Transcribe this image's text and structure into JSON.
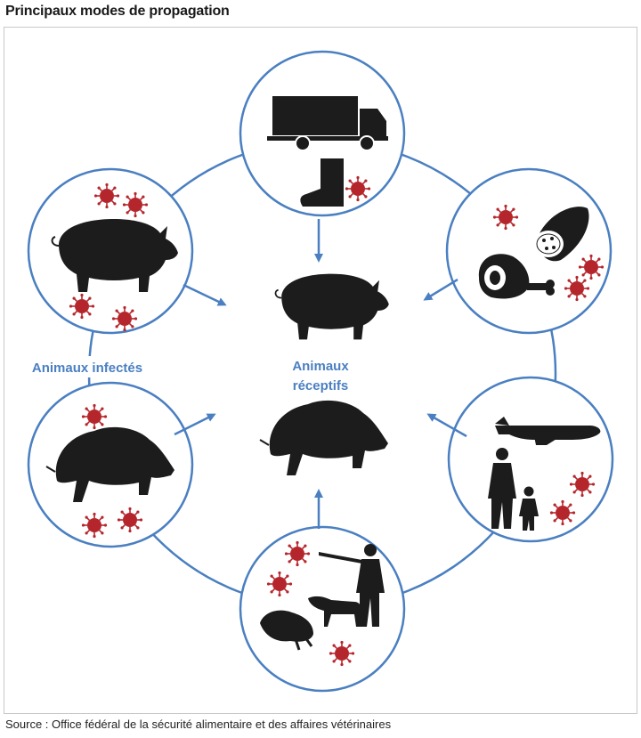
{
  "title": "Principaux modes de propagation",
  "source": "Source : Office fédéral de la sécurité alimentaire et des affaires vétérinaires",
  "labels": {
    "infected": "Animaux infectés",
    "receptive_line1": "Animaux",
    "receptive_line2": "réceptifs"
  },
  "colors": {
    "ring": "#4a7fc1",
    "silhouette": "#1c1c1c",
    "virus": "#b5262c",
    "label": "#4a7fc1"
  },
  "nodes": [
    {
      "id": "transport",
      "icons": [
        "truck-icon",
        "boot-icon",
        "virus-icon"
      ]
    },
    {
      "id": "food",
      "icons": [
        "sausage-icon",
        "ham-icon",
        "virus-icon"
      ]
    },
    {
      "id": "travel",
      "icons": [
        "airplane-icon",
        "adult-child-icon",
        "virus-icon"
      ]
    },
    {
      "id": "hunting",
      "icons": [
        "hunter-icon",
        "dog-icon",
        "dead-boar-icon",
        "virus-icon"
      ]
    },
    {
      "id": "infected-boar",
      "icons": [
        "wild-boar-icon",
        "virus-icon"
      ]
    },
    {
      "id": "infected-pig",
      "icons": [
        "pig-icon",
        "virus-icon"
      ]
    }
  ]
}
